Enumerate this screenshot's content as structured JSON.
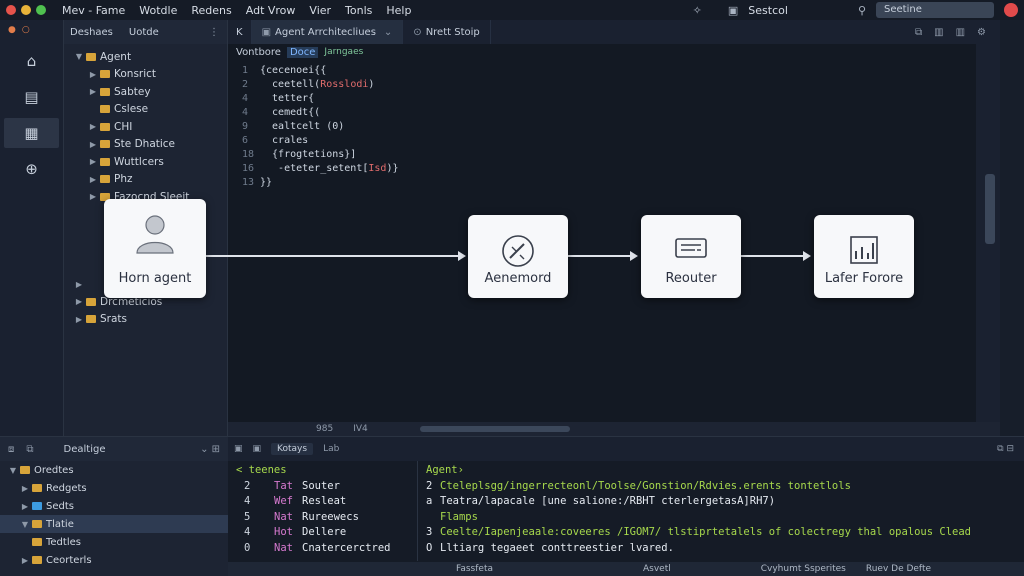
{
  "menubar": {
    "items": [
      "Mev - Fame",
      "Wotdle",
      "Redens",
      "Adt Vrow",
      "Vier",
      "Tonls",
      "Help"
    ],
    "session": "Sestcol",
    "search_placeholder": "Seetine",
    "traffic_colors": [
      "#e5534b",
      "#e8b339",
      "#4fc14f"
    ]
  },
  "explorer": {
    "tabs": [
      "Deshaes",
      "Uotde"
    ],
    "tree": [
      {
        "label": "Agent",
        "indent": 0,
        "caret": "▼"
      },
      {
        "label": "Konsrict",
        "indent": 1,
        "caret": "▶"
      },
      {
        "label": "Sabtey",
        "indent": 1,
        "caret": "▶"
      },
      {
        "label": "Cslese",
        "indent": 1,
        "caret": ""
      },
      {
        "label": "CHI",
        "indent": 1,
        "caret": "▶"
      },
      {
        "label": "Ste Dhatice",
        "indent": 1,
        "caret": "▶"
      },
      {
        "label": "Wuttlcers",
        "indent": 1,
        "caret": "▶"
      },
      {
        "label": "Phz",
        "indent": 1,
        "caret": "▶"
      },
      {
        "label": "Fazocnd Sleeit",
        "indent": 1,
        "caret": "▶"
      },
      {
        "label": "",
        "indent": 1,
        "caret": ""
      },
      {
        "label": "",
        "indent": 1,
        "caret": ""
      },
      {
        "label": "",
        "indent": 1,
        "caret": ""
      },
      {
        "label": "",
        "indent": 1,
        "caret": ""
      },
      {
        "label": "",
        "indent": 0,
        "caret": "▶"
      },
      {
        "label": "Drcmeticios",
        "indent": 0,
        "caret": "▶"
      },
      {
        "label": "Srats",
        "indent": 0,
        "caret": "▶"
      }
    ]
  },
  "editor": {
    "tabs": [
      "Agent Arrchitecliues",
      "Nrett Stoip"
    ],
    "crumbs": {
      "first": "Vontbore",
      "highlight": "Doce",
      "tag": "Jarngaes"
    },
    "code": [
      {
        "ln": "1",
        "text": "{cecenoei{{",
        "red": ""
      },
      {
        "ln": "2",
        "text": "  ceetell(",
        "red": "Rosslodi"
      },
      {
        "ln": "4",
        "text": "  tetter{",
        "red": ""
      },
      {
        "ln": "4",
        "text": "  cemedt{(",
        "red": ""
      },
      {
        "ln": "9",
        "text": "  ealtcelt (0)",
        "red": ""
      },
      {
        "ln": "6",
        "text": "  crales",
        "red": ""
      },
      {
        "ln": "18",
        "text": "  {frogtetions}]",
        "red": ""
      },
      {
        "ln": "16",
        "text": "   -eteter_setent[",
        "red": "Isd"
      },
      {
        "ln": "13",
        "text": "}}",
        "red": ""
      }
    ],
    "scroll_labels": [
      "985",
      "IV4"
    ]
  },
  "diagram": {
    "nodes": [
      "Horn agent",
      "Aenemord",
      "Reouter",
      "Lafer Forore"
    ]
  },
  "bottom_left": {
    "title": "Dealtige",
    "rows": [
      {
        "label": "Oredtes",
        "caret": "▼",
        "icon": "folder"
      },
      {
        "label": "Redgets",
        "caret": "▶",
        "icon": "folder"
      },
      {
        "label": "Sedts",
        "caret": "▶",
        "icon": "blue"
      },
      {
        "label": "Tlatie",
        "caret": "▼",
        "icon": "folder"
      },
      {
        "label": "Tedtles",
        "caret": "",
        "icon": "folder"
      },
      {
        "label": "Ceorterls",
        "caret": "▶",
        "icon": "folder"
      }
    ]
  },
  "terminal": {
    "tab": "Kotays",
    "tab2": "Lab",
    "left_header": "< teenes",
    "left_rows": [
      {
        "n": "2",
        "k": "Tat",
        "v": "Souter"
      },
      {
        "n": "4",
        "k": "Wef",
        "v": "Resleat"
      },
      {
        "n": "5",
        "k": "Nat",
        "v": "Rureewecs"
      },
      {
        "n": "4",
        "k": "Hot",
        "v": "Dellere"
      },
      {
        "n": "0",
        "k": "Nat",
        "v": "Cnatercerctred"
      }
    ],
    "right_header": "Agent›",
    "right_rows": [
      {
        "pre": "2",
        "text": "Cteleplsgg/ingerrecteonl/Toolse/Gonstion/Rdvies.erents tontetlols",
        "color": "green"
      },
      {
        "pre": "a",
        "text": "Teatra/lapacale [une salione:/RBHT cterlergetasA]RH7)",
        "color": "white"
      },
      {
        "pre": "",
        "text": "Flamps",
        "color": "green"
      },
      {
        "pre": "3",
        "text": "Ceelte/Iapenjeaale:coveeres /IGOM7/ tlstiprtetalels of colectregy thal opalous Clead",
        "color": "mixed"
      },
      {
        "pre": "O",
        "text": "Lltiarg tegaeet conttreestier lvared.",
        "color": "white"
      }
    ],
    "status": [
      "Fassfeta",
      "Asvetl",
      "Cvyhumt Ssperites",
      "Ruev De Defte"
    ]
  }
}
